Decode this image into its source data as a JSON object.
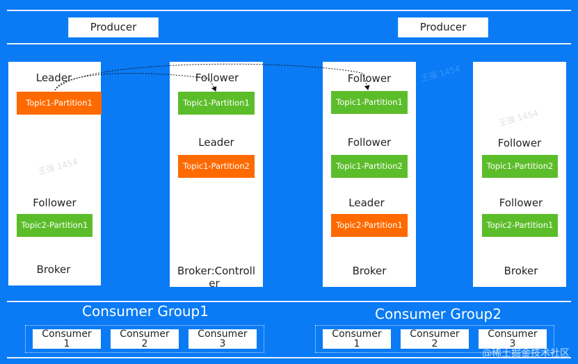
{
  "producers": [
    "Producer",
    "Producer"
  ],
  "brokers": [
    {
      "roles": [
        "Leader",
        "Follower",
        "Broker"
      ],
      "partitions": [
        "Topic1-Partition1",
        "Topic2-Partition1"
      ]
    },
    {
      "roles": [
        "Follower",
        "Leader",
        "Broker:Controll",
        "er"
      ],
      "partitions": [
        "Topic1-Partition1",
        "Topic1-Partition2"
      ]
    },
    {
      "roles": [
        "Follower",
        "Follower",
        "Leader",
        "Broker"
      ],
      "partitions": [
        "Topic1-Partition1",
        "Topic1-Partition2",
        "Topic2-Partition1"
      ]
    },
    {
      "roles": [
        "Follower",
        "Follower",
        "Broker"
      ],
      "partitions": [
        "Topic1-Partition2",
        "Topic2-Partition1"
      ]
    }
  ],
  "groups": [
    {
      "title": "Consumer Group1",
      "consumers": [
        {
          "line1": "Consumer",
          "line2": "1"
        },
        {
          "line1": "Consumer",
          "line2": "2"
        },
        {
          "line1": "Consumer",
          "line2": "3"
        }
      ]
    },
    {
      "title": "Consumer Group2",
      "consumers": [
        {
          "line1": "Consumer",
          "line2": "1"
        },
        {
          "line1": "Consumer",
          "line2": "2"
        },
        {
          "line1": "Consumer",
          "line2": "3"
        }
      ]
    }
  ],
  "watermarks": [
    "王强 1454",
    "王强 1454",
    "王强 1454"
  ],
  "site_watermark": "@稀土掘金技术社区",
  "colors": {
    "background": "#0a7bf5",
    "leader_partition": "#ff6a00",
    "follower_partition": "#5cbd2a"
  }
}
